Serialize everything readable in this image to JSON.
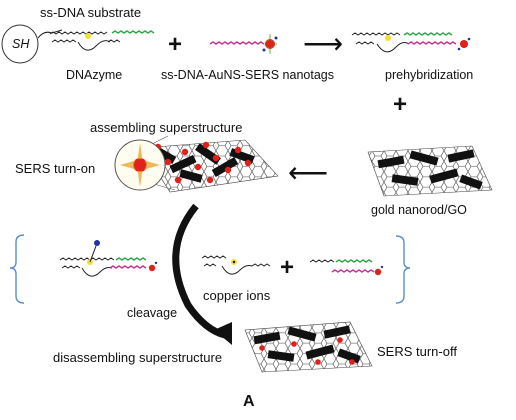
{
  "labels": {
    "ssdna_substrate": "ss-DNA substrate",
    "sh": "SH",
    "dnazyme": "DNAzyme",
    "nanotags": "ss-DNA-AuNS-SERS nanotags",
    "prehybridization": "prehybridization",
    "assembling": "assembling superstructure",
    "sers_turn_on": "SERS turn-on",
    "gold_nanorod_go": "gold nanorod/GO",
    "cleavage": "cleavage",
    "copper_ions": "copper ions",
    "disassembling": "disassembling superstructure",
    "sers_turn_off": "SERS turn-off",
    "figure_label": "A"
  },
  "operators": {
    "plus": "+",
    "arrow_right": "⟶",
    "arrow_left": "⟵"
  },
  "colors": {
    "dna_green": "#2fa54a",
    "dna_magenta": "#c2358f",
    "nanoparticle_red": "#e0201b",
    "cleavage_site_yellow": "#f4e02a",
    "sers_star_orange": "#e6a02a",
    "bracket_blue": "#5b8fd0",
    "copper_ion_blue": "#2233aa"
  }
}
